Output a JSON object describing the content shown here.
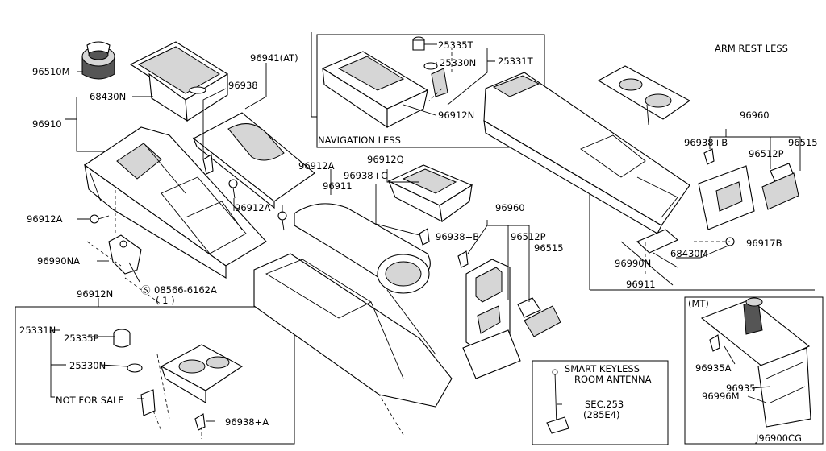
{
  "labels": {
    "p96510M": "96510M",
    "p68430N": "68430N",
    "p96910": "96910",
    "p96941AT": "96941(AT)",
    "p96938": "96938",
    "p96912A_left": "96912A",
    "p96912A_mid": "96912A",
    "p96912A_top": "96912A",
    "p96911_mid": "96911",
    "p96990NA": "96990NA",
    "p08566": "08566-6162A",
    "p08566_qty": "( 1 )",
    "p96912N_left": "96912N",
    "p25331N": "25331N",
    "p25335P": "25335P",
    "p25330N_left": "25330N",
    "not_for_sale": "NOT FOR SALE",
    "p96938A": "96938+A",
    "p25335T": "25335T",
    "p25330N_top": "25330N",
    "p25331T": "25331T",
    "p96912N_top": "96912N",
    "navigation_less": "NAVIGATION LESS",
    "p96912Q": "96912Q",
    "p96938C": "96938+C",
    "p96960_mid": "96960",
    "p96938B_mid": "96938+B",
    "p96512P_mid": "96512P",
    "p96515_mid": "96515",
    "smart_keyless_1": "SMART KEYLESS",
    "smart_keyless_2": "ROOM ANTENNA",
    "sec253": "SEC.253",
    "sec253_ref": "(285E4)",
    "arm_rest_less": "ARM REST LESS",
    "p96960_right": "96960",
    "p96938B_right": "96938+B",
    "p96515_right": "96515",
    "p96512P_right": "96512P",
    "p96917B": "96917B",
    "p68430M": "68430M",
    "p96990N": "96990N",
    "p96911_right": "96911",
    "mt": "(MT)",
    "p96935A": "96935A",
    "p96935": "96935",
    "p96996M": "96996M",
    "diagram_code": "J96900CG"
  }
}
